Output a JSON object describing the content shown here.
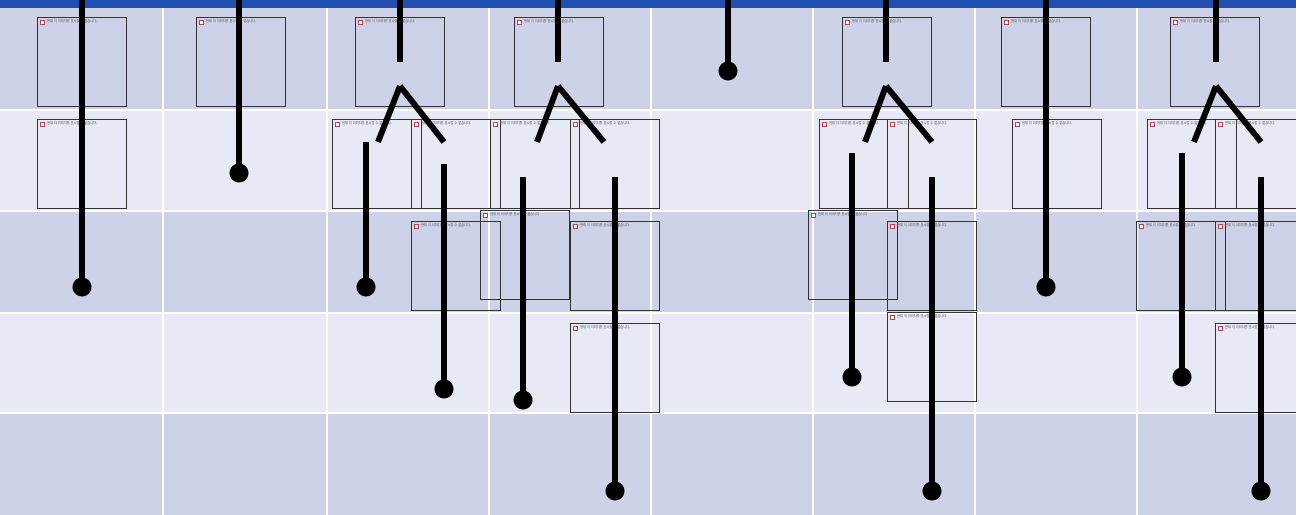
{
  "colors": {
    "header_bar": "#1f4fb0",
    "cell_dark": "#cdd2e8",
    "cell_light": "#e7eaf4",
    "gridline": "#ffffff",
    "stroke": "#000000"
  },
  "placeholder": {
    "icon": "broken-image-icon",
    "text": "현재 이 이미지를 표시할 수 없습니다."
  },
  "table": {
    "columns": 8,
    "rows": 5
  }
}
